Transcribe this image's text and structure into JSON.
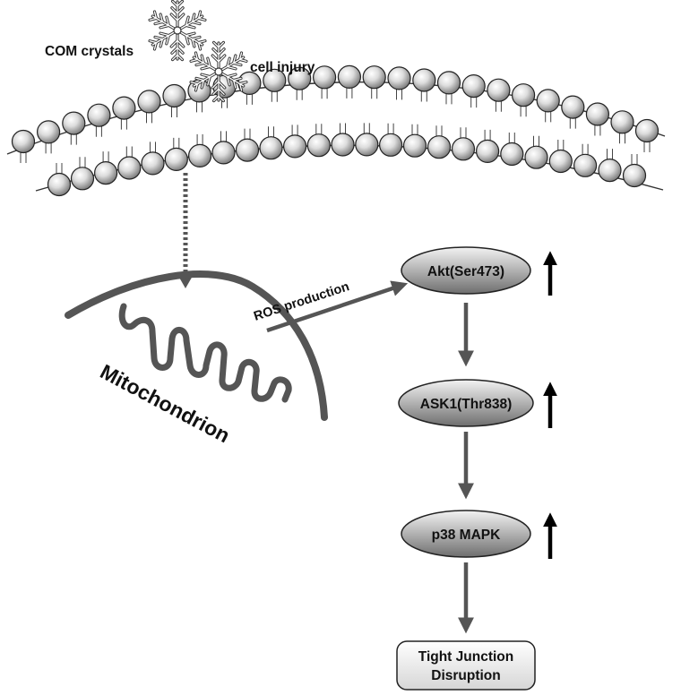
{
  "labels": {
    "com_crystals": "COM crystals",
    "cell_injury": "cell injury",
    "ros_production": "ROS production",
    "mitochondrion": "Mitochondrion"
  },
  "pathway": {
    "akt": "Akt(Ser473)",
    "ask1": "ASK1(Thr838)",
    "p38": "p38 MAPK",
    "outcome_line1": "Tight Junction",
    "outcome_line2": "Disruption"
  },
  "colors": {
    "arrow": "#555555",
    "membrane_line": "#333333",
    "outline": "#222222",
    "up_arrow": "#000000"
  }
}
